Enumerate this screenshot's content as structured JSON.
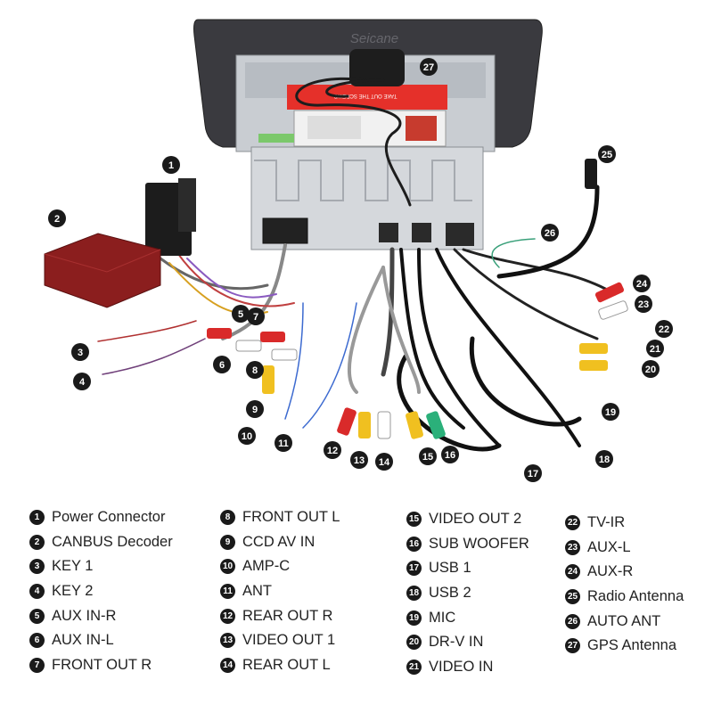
{
  "brand": "Seicane",
  "unit_label_line1": "ТАКЕ ОUT ТНЕ SCREWS",
  "callouts": [
    {
      "n": "1"
    },
    {
      "n": "2"
    },
    {
      "n": "3"
    },
    {
      "n": "4"
    },
    {
      "n": "5"
    },
    {
      "n": "6"
    },
    {
      "n": "7"
    },
    {
      "n": "8"
    },
    {
      "n": "9"
    },
    {
      "n": "10"
    },
    {
      "n": "11"
    },
    {
      "n": "12"
    },
    {
      "n": "13"
    },
    {
      "n": "14"
    },
    {
      "n": "15"
    },
    {
      "n": "16"
    },
    {
      "n": "17"
    },
    {
      "n": "18"
    },
    {
      "n": "19"
    },
    {
      "n": "20"
    },
    {
      "n": "21"
    },
    {
      "n": "22"
    },
    {
      "n": "23"
    },
    {
      "n": "24"
    },
    {
      "n": "25"
    },
    {
      "n": "26"
    },
    {
      "n": "27"
    }
  ],
  "legend": {
    "col1": [
      {
        "num": "1",
        "label": "Power Connector"
      },
      {
        "num": "2",
        "label": "CANBUS Decoder"
      },
      {
        "num": "3",
        "label": "KEY 1"
      },
      {
        "num": "4",
        "label": "KEY 2"
      },
      {
        "num": "5",
        "label": "AUX IN-R"
      },
      {
        "num": "6",
        "label": "AUX IN-L"
      },
      {
        "num": "7",
        "label": "FRONT OUT R"
      }
    ],
    "col2": [
      {
        "num": "8",
        "label": "FRONT OUT L"
      },
      {
        "num": "9",
        "label": "CCD AV IN"
      },
      {
        "num": "10",
        "label": "AMP-C"
      },
      {
        "num": "11",
        "label": "ANT"
      },
      {
        "num": "12",
        "label": "REAR OUT R"
      },
      {
        "num": "13",
        "label": "VIDEO OUT 1"
      },
      {
        "num": "14",
        "label": "REAR OUT L"
      }
    ],
    "col3": [
      {
        "num": "15",
        "label": "VIDEO OUT 2"
      },
      {
        "num": "16",
        "label": "SUB WOOFER"
      },
      {
        "num": "17",
        "label": "USB 1"
      },
      {
        "num": "18",
        "label": "USB 2"
      },
      {
        "num": "19",
        "label": "MIC"
      },
      {
        "num": "20",
        "label": "DR-V IN"
      },
      {
        "num": "21",
        "label": "VIDEO IN"
      }
    ],
    "col4": [
      {
        "num": "22",
        "label": "TV-IR"
      },
      {
        "num": "23",
        "label": "AUX-L"
      },
      {
        "num": "24",
        "label": "AUX-R"
      },
      {
        "num": "25",
        "label": "Radio Antenna"
      },
      {
        "num": "26",
        "label": "AUTO ANT"
      },
      {
        "num": "27",
        "label": "GPS Antenna"
      }
    ]
  }
}
